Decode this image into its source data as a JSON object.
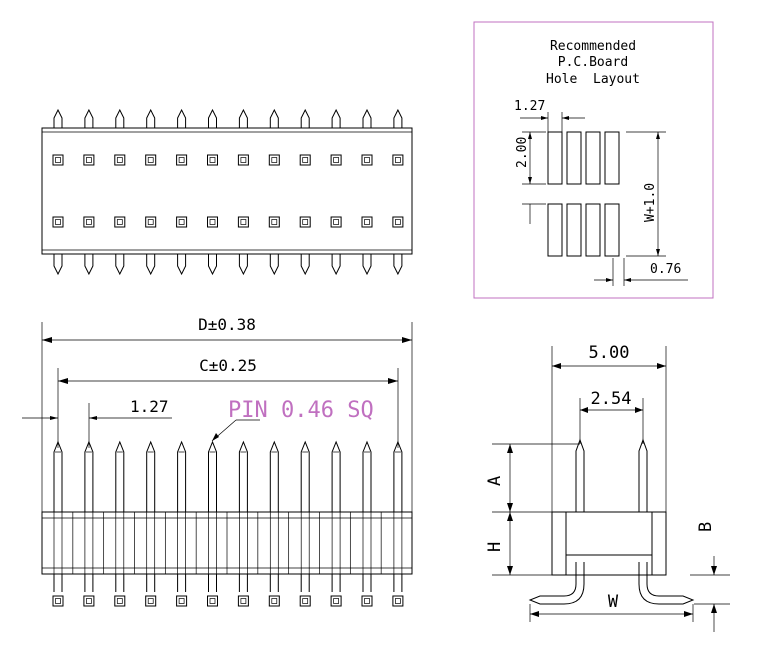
{
  "hole_layout": {
    "title_lines": [
      "Recommended",
      "P.C.Board",
      "Hole  Layout"
    ],
    "pitch": "1.27",
    "pad_length": "2.00",
    "row_span": "W+1.0",
    "pad_width": "0.76"
  },
  "front_view": {
    "overall_length": "D±0.38",
    "pin_span": "C±0.25",
    "pitch": "1.27",
    "pin_label": "PIN 0.46 SQ"
  },
  "side_view": {
    "overall_width": "5.00",
    "row_pitch": "2.54",
    "dim_a": "A",
    "dim_h": "H",
    "dim_b": "B",
    "dim_w": "W"
  },
  "colors": {
    "line": "#000000",
    "accent": "#c070c0"
  }
}
